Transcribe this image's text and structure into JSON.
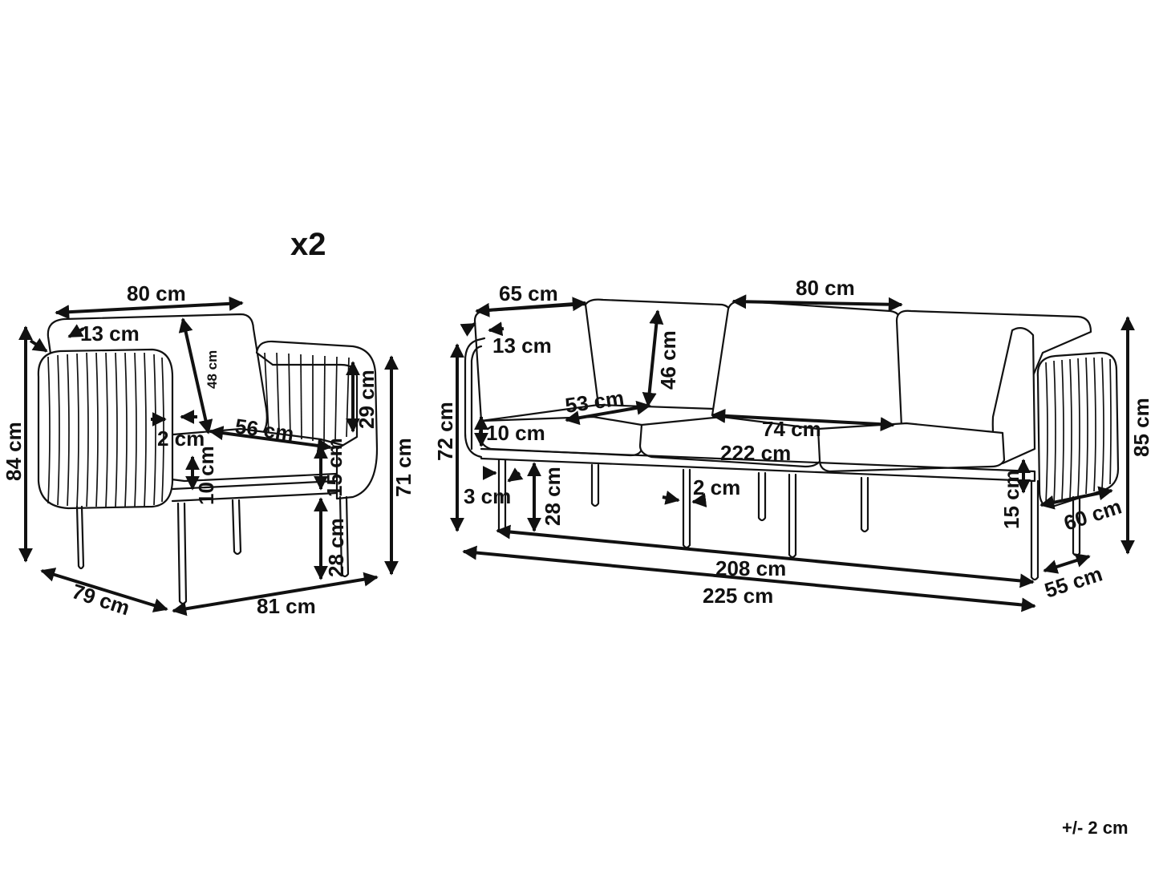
{
  "armchair": {
    "quantity": "x2",
    "dimensions": {
      "backrest_width": "80 cm",
      "back_cushion_thickness": "13 cm",
      "back_cushion_height": "48 cm",
      "total_height": "84 cm",
      "arm_frame_width": "2 cm",
      "seat_depth": "56 cm",
      "armrest_height": "29 cm",
      "seat_cushion_thickness": "10 cm",
      "seat_frame_height": "15 cm",
      "leg_height": "28 cm",
      "arm_height": "71 cm",
      "depth": "79 cm",
      "width": "81 cm"
    }
  },
  "sofa": {
    "dimensions": {
      "side_back_cushion_width": "65 cm",
      "back_cushion_thickness": "13 cm",
      "back_cushion_height": "46 cm",
      "center_back_cushion_width": "80 cm",
      "seat_depth": "53 cm",
      "seat_cushion_thickness": "10 cm",
      "seat_cushion_width": "74 cm",
      "seat_width": "222 cm",
      "height": "72 cm",
      "total_height": "85 cm",
      "frame_offset": "3 cm",
      "leg_height": "28 cm",
      "leg_width": "2 cm",
      "frame_height": "15 cm",
      "arm_depth": "60 cm",
      "depth": "55 cm",
      "leg_span": "208 cm",
      "total_width": "225 cm"
    }
  },
  "tolerance": "+/- 2 cm"
}
